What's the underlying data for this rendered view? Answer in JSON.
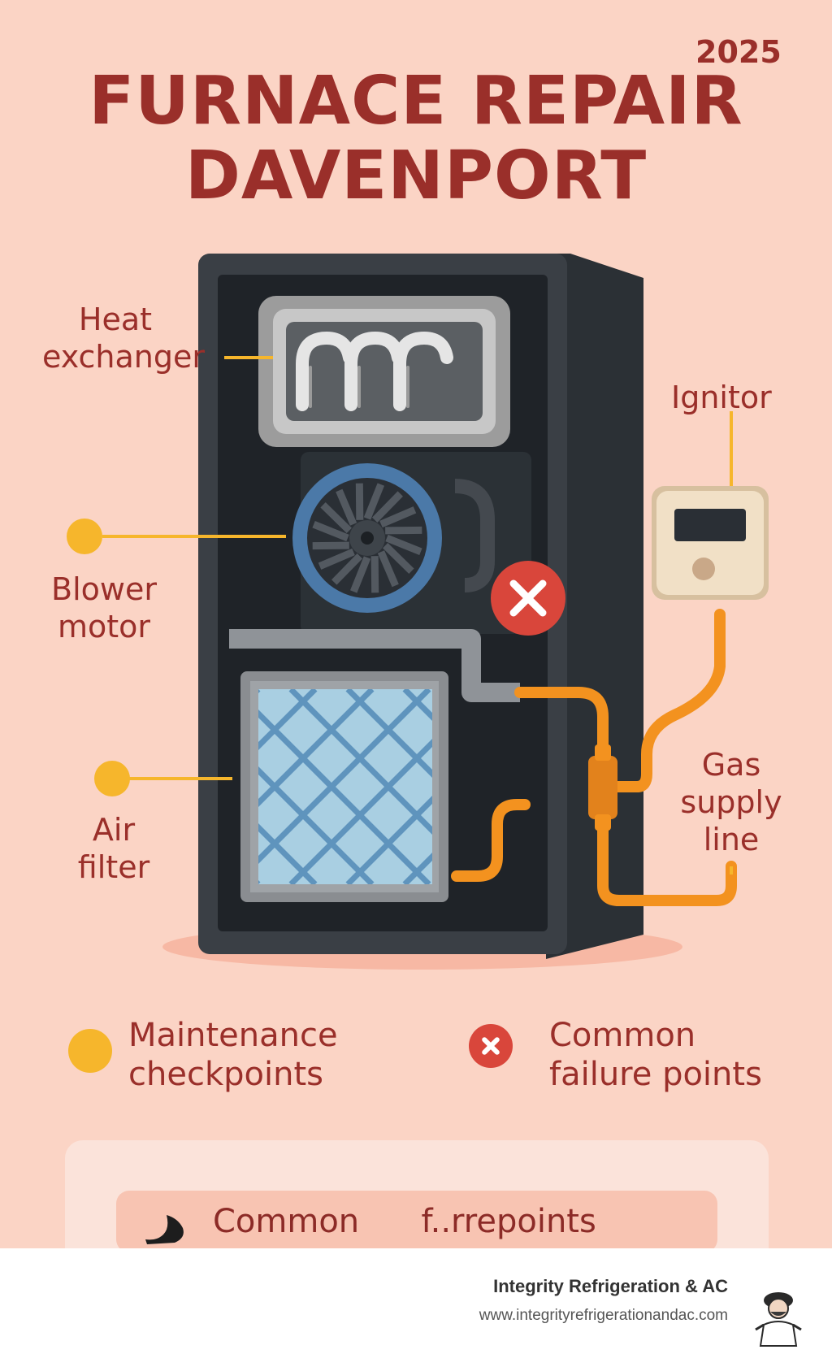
{
  "title": {
    "line1": "FURNACE REPAIR",
    "line2": "DAVENPORT",
    "year": "2025"
  },
  "labels": {
    "heat_exchanger": "Heat\nexchanger",
    "ignitor": "Ignitor",
    "blower_motor": "Blower\nmotor",
    "air_filter": "Air\nfilter",
    "gas_supply_line": "Gas\nsupply\nline"
  },
  "legend": {
    "maintenance": "Maintenance\ncheckpoints",
    "failure": "Common\nfailure points"
  },
  "card": {
    "pill_text": "Common      f..rrepoints"
  },
  "footer": {
    "company": "Integrity Refrigeration & AC",
    "url": "www.integrityrefrigerationandac.com"
  },
  "icons": {
    "checkpoint": "checkpoint-dot-icon",
    "failure": "failure-x-icon"
  },
  "colors": {
    "background": "#fbd4c5",
    "title": "#9a2f2a",
    "checkpoint": "#f6b62c",
    "failure": "#d9463b",
    "gas_line": "#f3921f",
    "blower_ring": "#4b79a8",
    "filter": "#a9cfe2"
  }
}
